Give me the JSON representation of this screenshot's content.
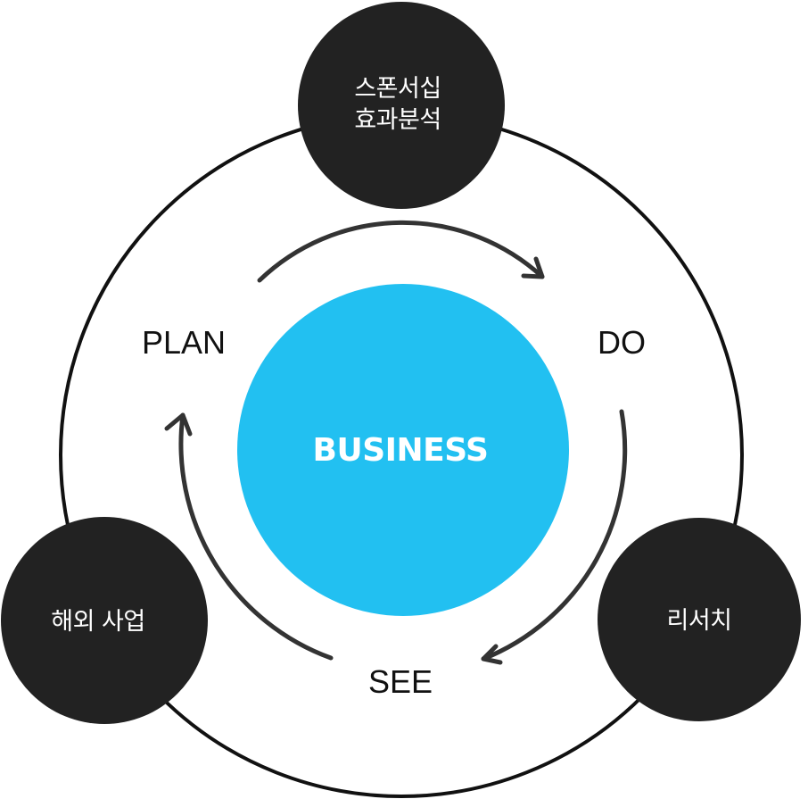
{
  "diagram": {
    "center": {
      "label": "BUSINESS",
      "color": "#22C0F1"
    },
    "stages": [
      {
        "key": "plan",
        "label": "PLAN"
      },
      {
        "key": "do",
        "label": "DO"
      },
      {
        "key": "see",
        "label": "SEE"
      }
    ],
    "nodes": [
      {
        "key": "top",
        "lines": [
          "스폰서십",
          "효과분석"
        ]
      },
      {
        "key": "right",
        "lines": [
          "리서치"
        ]
      },
      {
        "key": "left",
        "lines": [
          "해외 사업"
        ]
      }
    ],
    "node_color": "#222222",
    "ring_color": "#111111",
    "arrow_color": "#333333"
  }
}
